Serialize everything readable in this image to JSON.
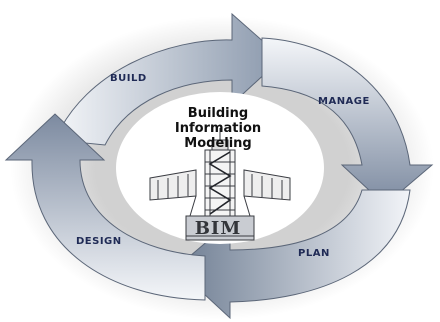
{
  "diagram": {
    "center": {
      "title_lines": [
        "Building",
        "Information",
        "Modeling"
      ],
      "logo_text": "BIM"
    },
    "stages": [
      "BUILD",
      "MANAGE",
      "PLAN",
      "DESIGN"
    ],
    "colors": {
      "arrow_light": "#f4f6f9",
      "arrow_dark": "#6f7e93",
      "label": "#1f2a55",
      "title": "#111111"
    }
  }
}
